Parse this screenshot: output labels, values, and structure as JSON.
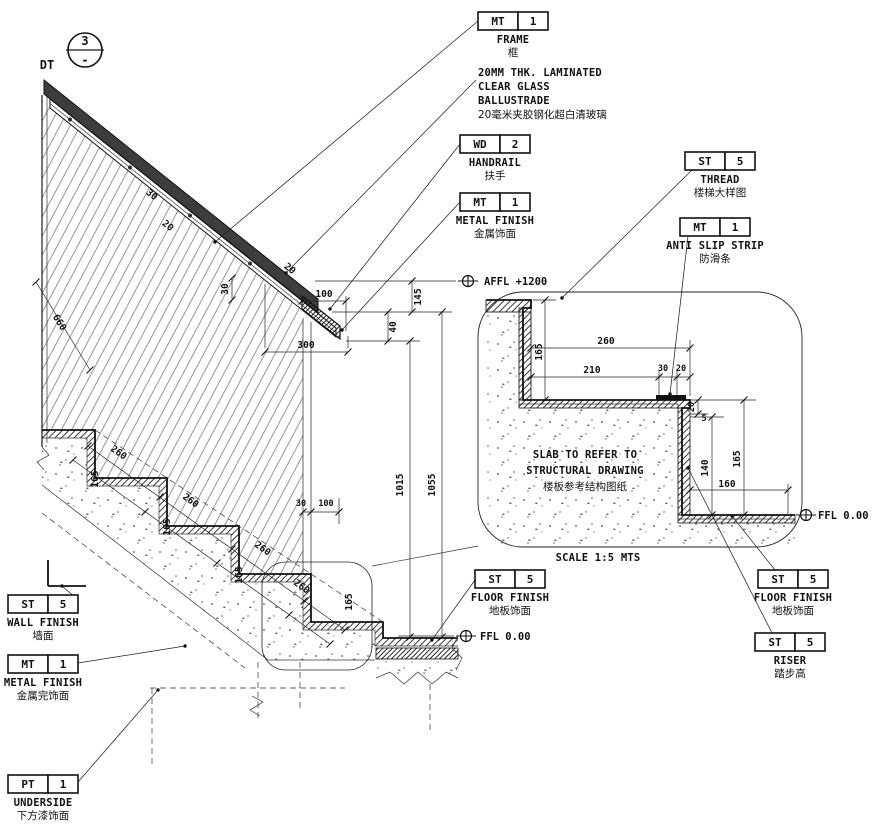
{
  "detail_marker": {
    "label": "DT",
    "number": "3",
    "sheet": "-"
  },
  "tags": {
    "frame": {
      "code": "MT",
      "num": "1",
      "label": "FRAME",
      "label_cn": "框"
    },
    "handrail": {
      "code": "WD",
      "num": "2",
      "label": "HANDRAIL",
      "label_cn": "扶手"
    },
    "metal_finish_top": {
      "code": "MT",
      "num": "1",
      "label": "METAL FINISH",
      "label_cn": "金属饰面"
    },
    "thread": {
      "code": "ST",
      "num": "5",
      "label": "THREAD",
      "label_cn": "楼梯大样图"
    },
    "anti_slip": {
      "code": "MT",
      "num": "1",
      "label": "ANTI SLIP STRIP",
      "label_cn": "防滑条"
    },
    "floor_finish_center": {
      "code": "ST",
      "num": "5",
      "label": "FLOOR FINISH",
      "label_cn": "地板饰面"
    },
    "floor_finish_right": {
      "code": "ST",
      "num": "5",
      "label": "FLOOR FINISH",
      "label_cn": "地板饰面"
    },
    "riser": {
      "code": "ST",
      "num": "5",
      "label": "RISER",
      "label_cn": "踏步高"
    },
    "wall_finish": {
      "code": "ST",
      "num": "5",
      "label": "WALL FINISH",
      "label_cn": "墙面"
    },
    "metal_finish_left": {
      "code": "MT",
      "num": "1",
      "label": "METAL FINISH",
      "label_cn": "金属完饰面"
    },
    "underside": {
      "code": "PT",
      "num": "1",
      "label": "UNDERSIDE",
      "label_cn": "下方漆饰面"
    }
  },
  "glass_note": [
    "20MM THK. LAMINATED",
    "CLEAR GLASS",
    "BALLUSTRADE",
    "20毫米夹胶钢化超白清玻璃"
  ],
  "slab_note": [
    "SLAB TO REFER TO",
    "STRUCTURAL DRAWING",
    "楼板参考结构图纸"
  ],
  "notes": {
    "scale": "SCALE 1:5 MTS"
  },
  "levels": {
    "affl": "AFFL +1200",
    "ffl": "FFL 0.00"
  },
  "dims": {
    "n5": "5",
    "n20": "20",
    "n30": "30",
    "n40": "40",
    "n100": "100",
    "n140": "140",
    "n145": "145",
    "n160": "160",
    "n165": "165",
    "n210": "210",
    "n260": "260",
    "n300": "300",
    "n660": "660",
    "n1015": "1015",
    "n1055": "1055"
  }
}
